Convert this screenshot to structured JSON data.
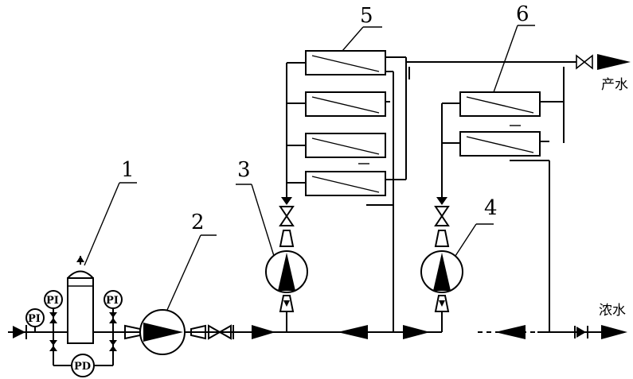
{
  "labels": {
    "n1": "1",
    "n2": "2",
    "n3": "3",
    "n4": "4",
    "n5": "5",
    "n6": "6"
  },
  "gauges": {
    "pi_left": "PI",
    "pi_mid": "PI",
    "pi_right": "PI",
    "pd": "PD"
  },
  "outputs": {
    "product_water": "产水",
    "concentrate_water": "浓水"
  }
}
